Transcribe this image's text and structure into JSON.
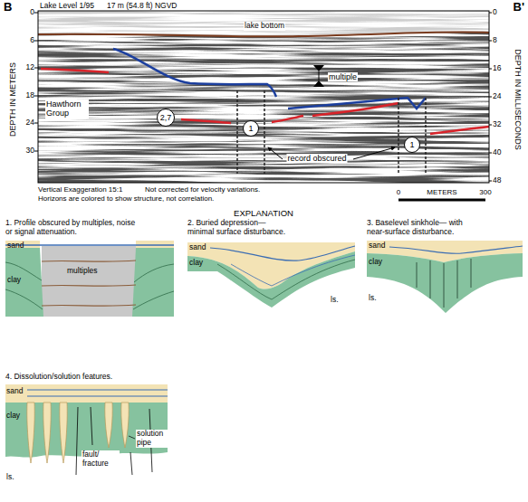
{
  "diagram": {
    "nodes": [
      {
        "text": [
          "2,7"
        ]
      },
      {
        "text": [
          "1"
        ]
      },
      {
        "text": [
          "1"
        ]
      },
      {
        "text": [
          "1. Profile obscured by multiples, noise or signal attenuation.",
          "sand",
          "clay",
          "multiples"
        ]
      },
      {
        "text": [
          "2. Buried depression— minimal surface disturbance.",
          "sand",
          "clay",
          "ls."
        ]
      },
      {
        "text": [
          "3. Baselevel sinkhole— with near-surface disturbance.",
          "sand",
          "clay",
          "ls."
        ]
      },
      {
        "text": [
          "4. Dissolution/solution features.",
          "sand",
          "clay",
          "ls.",
          "solution pipe",
          "fault/ fracture"
        ]
      }
    ],
    "labels": [
      "B",
      "B'",
      "Lake Level 1/95",
      "17 m (54.8 ft) NGVD",
      "lake bottom",
      "multiple",
      "Hawthorn Group",
      "record obscured",
      "DEPTH IN METERS",
      "DEPTH IN MILLISECONDS",
      "0",
      "6",
      "12",
      "18",
      "24",
      "30",
      "0",
      "8",
      "16",
      "24",
      "32",
      "40",
      "48",
      "Vertical Exaggeration 15:1",
      "Not corrected for velocity variations.",
      "Horizons are colored to show structure, not correlation.",
      "0",
      "METERS",
      "300",
      "EXPLANATION"
    ]
  }
}
